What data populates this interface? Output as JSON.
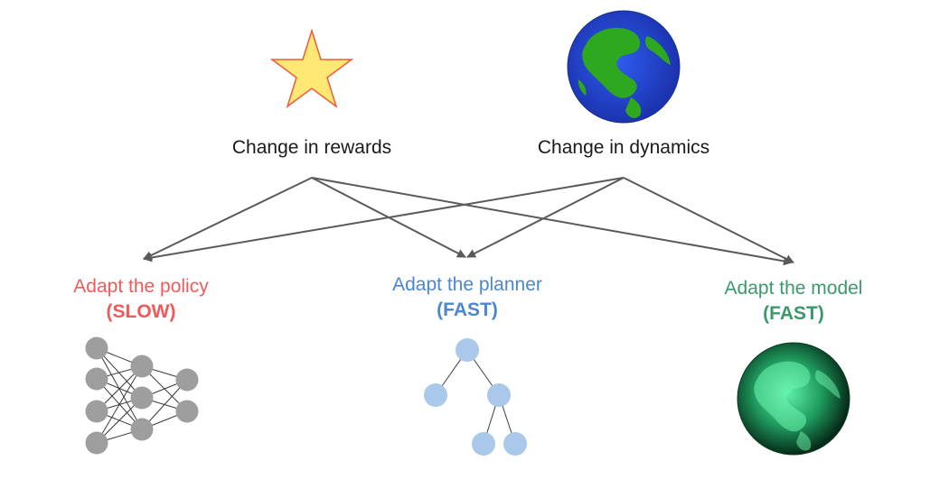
{
  "sources": {
    "rewards": {
      "label": "Change in rewards"
    },
    "dynamics": {
      "label": "Change in dynamics"
    }
  },
  "targets": {
    "policy": {
      "title": "Adapt the policy",
      "speed": "(SLOW)",
      "color": "#f05a5a"
    },
    "planner": {
      "title": "Adapt the planner",
      "speed": "(FAST)",
      "color": "#4a86d4"
    },
    "model": {
      "title": "Adapt the model",
      "speed": "(FAST)",
      "color": "#3a9a6a"
    }
  },
  "colors": {
    "arrow": "#5a5a5a",
    "star_fill": "#ffe873",
    "star_stroke": "#ef5a3a",
    "earth_ocean": "#1e3fd0",
    "earth_land": "#2ea81e",
    "nn_node": "#9e9e9e",
    "tree_node": "#a9c8ea",
    "model_glow": "#4fe39a"
  },
  "icons": [
    "star-icon",
    "earth-icon",
    "neural-network-icon",
    "tree-icon",
    "glowing-earth-icon"
  ]
}
